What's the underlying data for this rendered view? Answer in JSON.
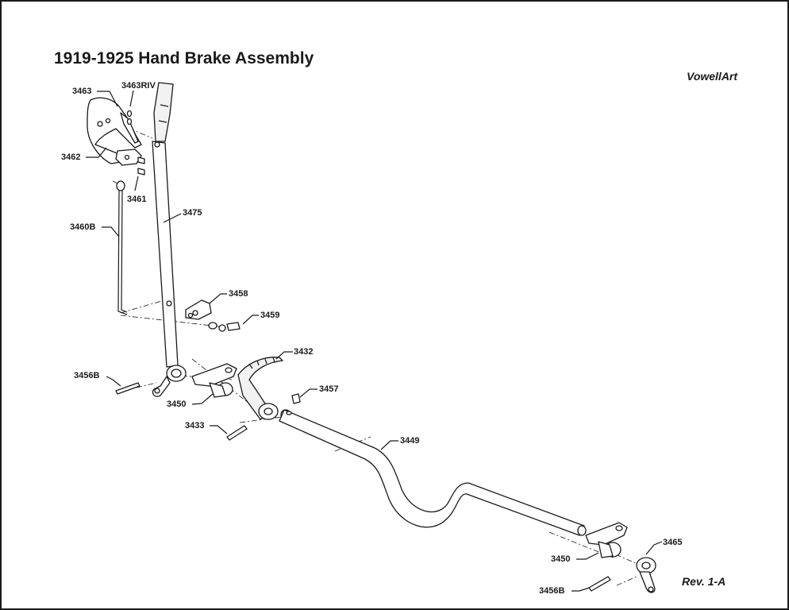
{
  "title": "1919-1925 Hand Brake Assembly",
  "brand": "VowellArt",
  "revision": "Rev. 1-A",
  "parts": {
    "p3463": "3463",
    "p3463riv": "3463RIV",
    "p3462": "3462",
    "p3461": "3461",
    "p3460b": "3460B",
    "p3475": "3475",
    "p3458": "3458",
    "p3459": "3459",
    "p3456b_left": "3456B",
    "p3450_left": "3450",
    "p3432": "3432",
    "p3457": "3457",
    "p3433": "3433",
    "p3449": "3449",
    "p3450_right": "3450",
    "p3465": "3465",
    "p3456b_right": "3456B"
  }
}
